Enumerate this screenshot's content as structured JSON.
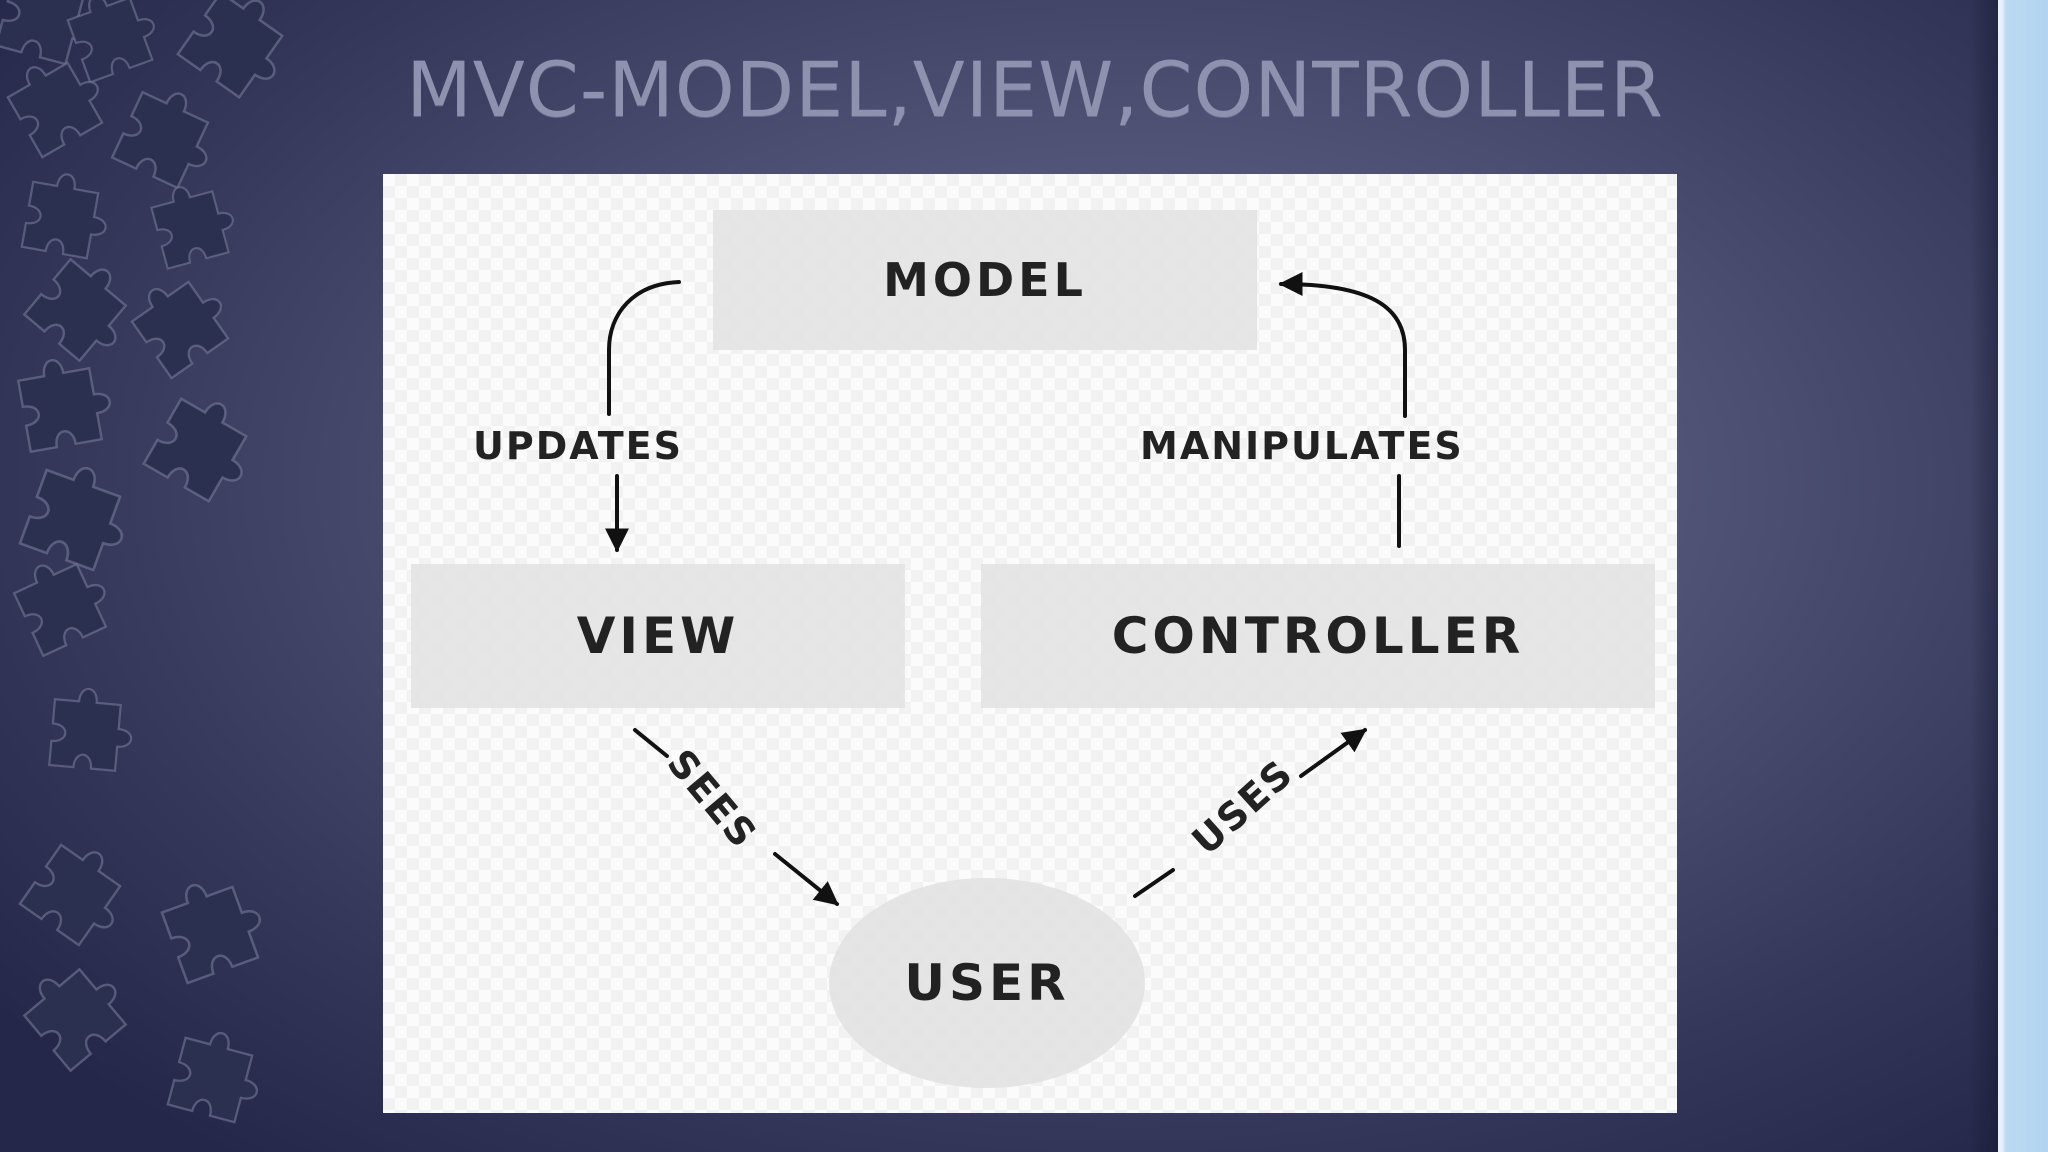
{
  "slide": {
    "title": "MVC-MODEL,VIEW,CONTROLLER"
  },
  "diagram": {
    "nodes": {
      "model": "MODEL",
      "view": "VIEW",
      "controller": "CONTROLLER",
      "user": "USER"
    },
    "edges": {
      "updates": "UPDATES",
      "manipulates": "MANIPULATES",
      "sees": "SEES",
      "uses": "USES"
    }
  },
  "colors": {
    "slide_background": "#4f5275",
    "title_text": "#8e92ae",
    "panel_background": "#fbfbfb",
    "node_fill": "#e2e2e2",
    "node_text": "#222222",
    "puzzle_piece": "#2c3050",
    "right_edge": "#b2d4f0"
  },
  "decor": {
    "left_strip": "puzzle-pieces-icon"
  }
}
